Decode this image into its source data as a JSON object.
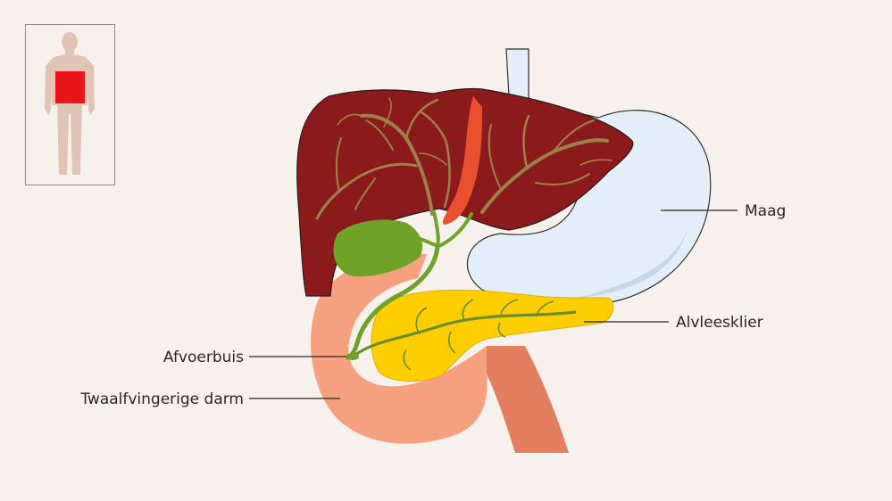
{
  "labels": {
    "stomach": "Maag",
    "pancreas": "Alvleesklier",
    "duct": "Afvoerbuis",
    "duodenum": "Twaalfvingerige darm"
  },
  "colors": {
    "background": "#f6f1ed",
    "liver": "#8a1a1c",
    "liver_vessels": "#a0804a",
    "gallbladder": "#6fa226",
    "stomach": "#e3eef9",
    "duodenum": "#f5a07e",
    "pancreas": "#ffce00",
    "body_highlight": "#e8151a",
    "body_silhouette": "#e0c5b6"
  }
}
